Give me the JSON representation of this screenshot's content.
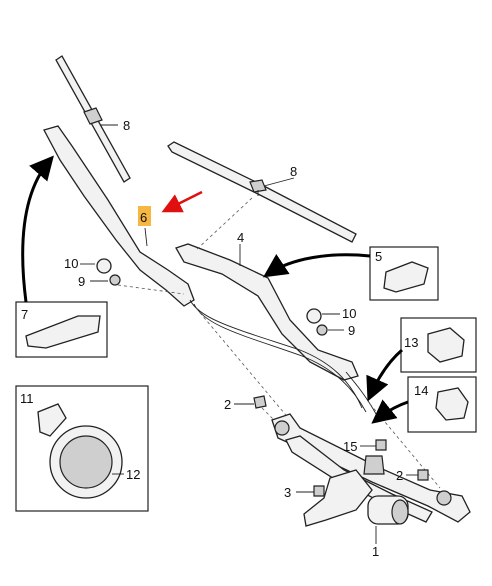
{
  "callouts": {
    "c1": "1",
    "c2a": "2",
    "c2b": "2",
    "c3": "3",
    "c4": "4",
    "c5": "5",
    "c6": "6",
    "c7": "7",
    "c8a": "8",
    "c8b": "8",
    "c9a": "9",
    "c9b": "9",
    "c10a": "10",
    "c10b": "10",
    "c11": "11",
    "c12": "12",
    "c13": "13",
    "c14": "14",
    "c15": "15"
  },
  "colors": {
    "highlight": "#f5b642",
    "pointer_arrow": "#e01010"
  }
}
